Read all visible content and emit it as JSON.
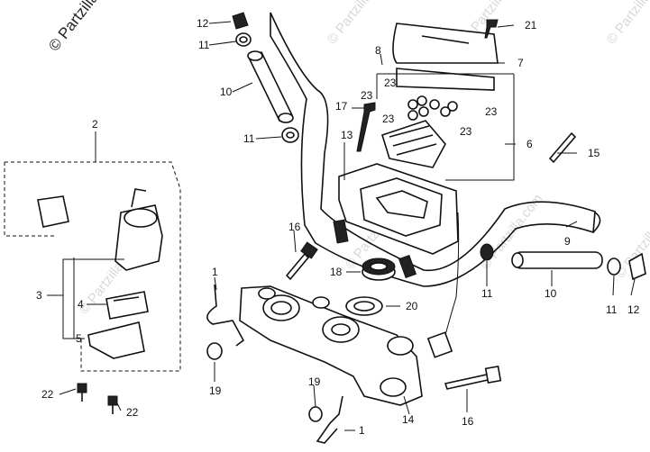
{
  "watermark": {
    "corner_text": "© Partzilla",
    "repeat_text": "© Partzilla.com"
  },
  "callouts": {
    "c1": "1",
    "c1b": "1",
    "c2": "2",
    "c3": "3",
    "c4": "4",
    "c5": "5",
    "c6": "6",
    "c7": "7",
    "c8": "8",
    "c9": "9",
    "c10": "10",
    "c10b": "10",
    "c11": "11",
    "c11b": "11",
    "c11c": "11",
    "c11d": "11",
    "c12": "12",
    "c12b": "12",
    "c13": "13",
    "c14": "14",
    "c15": "15",
    "c16": "16",
    "c16b": "16",
    "c17": "17",
    "c18": "18",
    "c19": "19",
    "c19b": "19",
    "c20": "20",
    "c21": "21",
    "c22": "22",
    "c22b": "22",
    "c23a": "23",
    "c23b": "23",
    "c23c": "23",
    "c23d": "23",
    "c23e": "23"
  }
}
